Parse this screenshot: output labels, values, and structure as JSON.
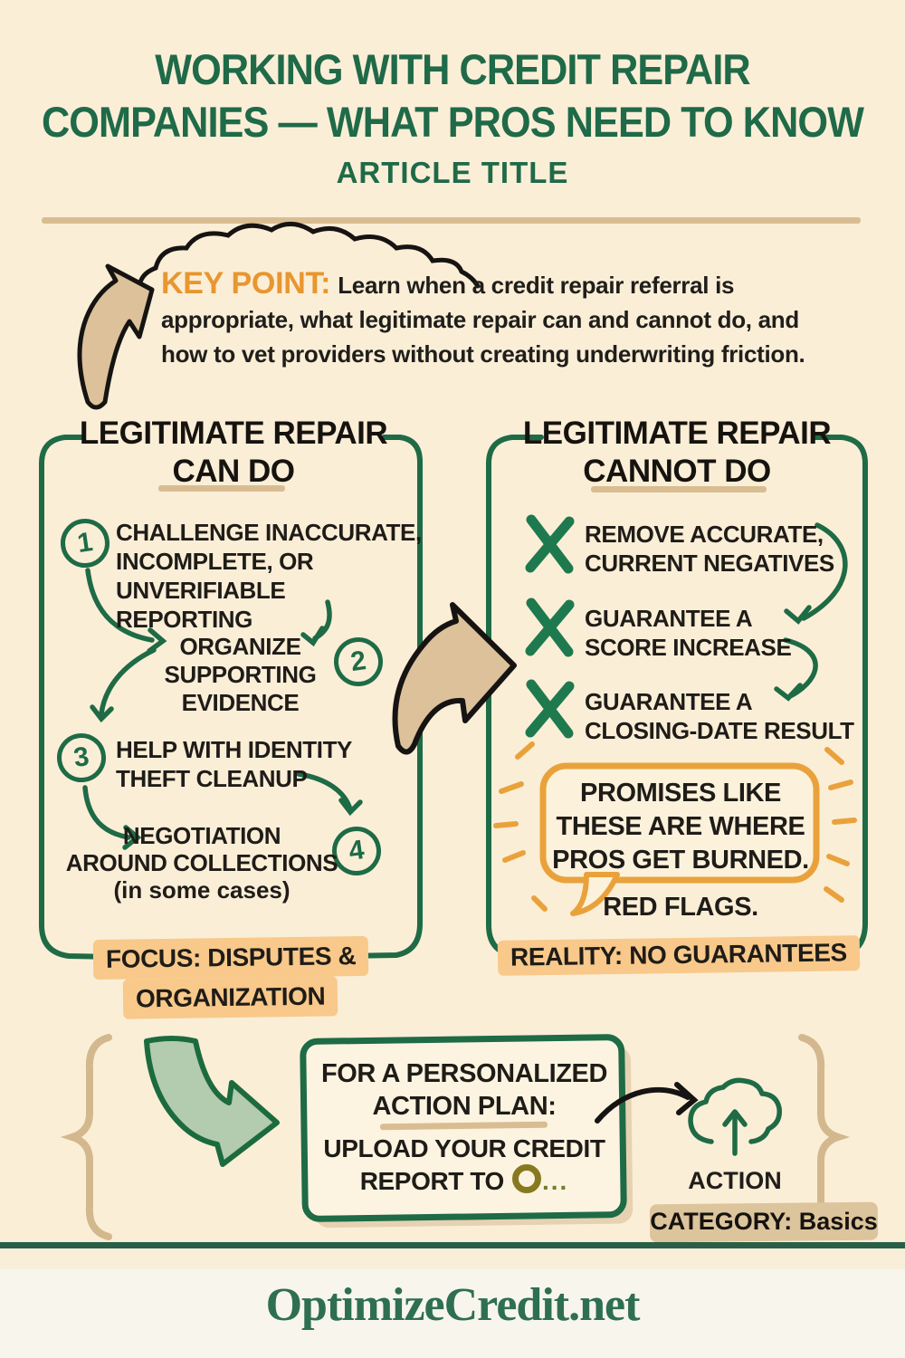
{
  "header": {
    "title_line1": "WORKING WITH CREDIT REPAIR",
    "title_line2": "COMPANIES — WHAT PROS NEED TO KNOW",
    "subtitle": "ARTICLE TITLE"
  },
  "key_point": {
    "label": "KEY POINT:",
    "text_lines": [
      "Learn when a credit repair referral is",
      "appropriate, what legitimate repair can and cannot do, and",
      "how to vet providers without creating underwriting friction."
    ]
  },
  "can_do": {
    "title_line1": "LEGITIMATE REPAIR",
    "title_line2": "CAN DO",
    "items": [
      {
        "num": "1",
        "lines": [
          "CHALLENGE INACCURATE,",
          "INCOMPLETE, OR",
          "UNVERIFIABLE REPORTING"
        ]
      },
      {
        "num": "2",
        "lines": [
          "ORGANIZE",
          "SUPPORTING",
          "EVIDENCE"
        ]
      },
      {
        "num": "3",
        "lines": [
          "HELP WITH IDENTITY",
          "THEFT CLEANUP"
        ]
      },
      {
        "num": "4",
        "lines": [
          "NEGOTIATION",
          "AROUND COLLECTIONS"
        ],
        "note": "(in some cases)"
      }
    ],
    "focus_line1": "FOCUS: DISPUTES &",
    "focus_line2": "ORGANIZATION"
  },
  "cannot_do": {
    "title_line1": "LEGITIMATE REPAIR",
    "title_line2": "CANNOT DO",
    "items": [
      {
        "lines": [
          "REMOVE ACCURATE,",
          "CURRENT NEGATIVES"
        ]
      },
      {
        "lines": [
          "GUARANTEE A",
          "SCORE INCREASE"
        ]
      },
      {
        "lines": [
          "GUARANTEE A",
          "CLOSING-DATE RESULT"
        ]
      }
    ],
    "bubble_line1": "PROMISES LIKE",
    "bubble_line2": "THESE ARE WHERE",
    "bubble_line3": "PROS GET BURNED.",
    "bubble_caption": "RED FLAGS.",
    "reality_label": "REALITY: NO GUARANTEES"
  },
  "action": {
    "box_line1": "FOR A PERSONALIZED",
    "box_line2": "ACTION PLAN:",
    "box_line3": "UPLOAD YOUR CREDIT",
    "box_line4_prefix": "REPORT TO",
    "box_line4_ellipsis": "...",
    "icon_label": "ACTION",
    "category_label": "CATEGORY: Basics"
  },
  "footer": {
    "site": "OptimizeCredit.net"
  },
  "colors": {
    "background": "#fbeed7",
    "green": "#1e6b46",
    "title_green": "#1f6a48",
    "orange_label": "#e8962f",
    "bubble_orange": "#e9a23b",
    "highlight": "#f8c98a",
    "tan": "#d9bd92",
    "tan_arrow_fill": "#dcc19b",
    "light_green_arrow": "#b3cbaf",
    "footer_bg": "#f8f5ec",
    "text_black": "#201e1b"
  }
}
